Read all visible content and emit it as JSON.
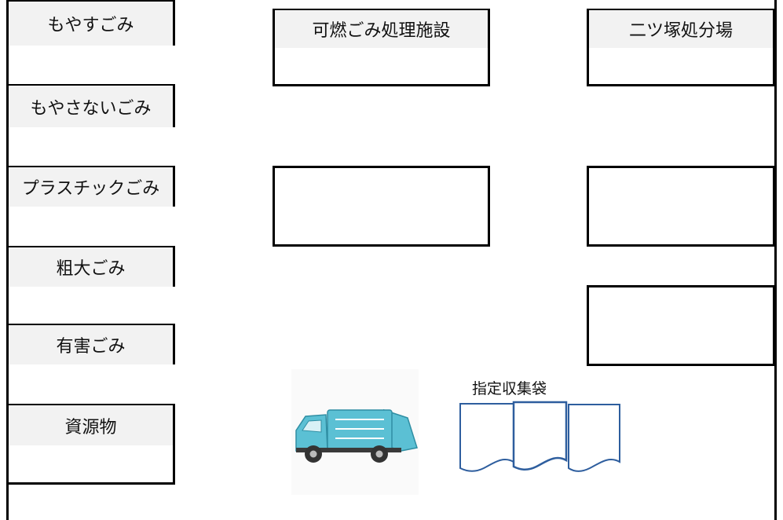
{
  "categories": [
    "もやすごみ",
    "もやさないごみ",
    "プラスチックごみ",
    "粗大ごみ",
    "有害ごみ",
    "資源物"
  ],
  "facilities": {
    "incineration": "可燃ごみ処理施設",
    "landfill": "二ツ塚処分場"
  },
  "bags_caption": "指定収集袋",
  "colors": {
    "truck": "#5bc0d4",
    "truck_dark": "#2f8ea3",
    "bag_outline": "#2e5e9e",
    "label_bg": "#f2f2f2"
  },
  "icons": [
    "garbage-truck-icon",
    "collection-bags-icon"
  ]
}
